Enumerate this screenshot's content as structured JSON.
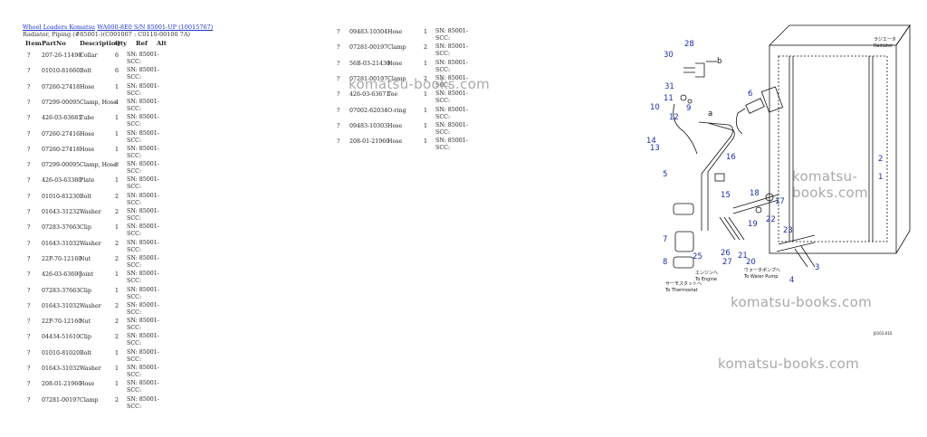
{
  "breadcrumb": {
    "part1": "Wheel Loaders Komatsu",
    "part2": "WA600-8E0 S/N 85001-UP (10015767)"
  },
  "subtitle": "Radiator, Piping (#85001-)(C001007 : C0110-00100 7A)",
  "table": {
    "headers": [
      "Item",
      "PartNo",
      "Description",
      "Qty",
      "Ref",
      "Alt"
    ],
    "rows_left": [
      [
        "?",
        "207-26-11490",
        "Collar",
        "6",
        "SN: 85001-\nSCC:"
      ],
      [
        "?",
        "01010-81660",
        "Bolt",
        "6",
        "SN: 85001-\nSCC:"
      ],
      [
        "?",
        "07260-27418",
        "Hose",
        "1",
        "SN: 85001-\nSCC:"
      ],
      [
        "?",
        "07299-00095",
        "Clamp, Hose",
        "4",
        "SN: 85001-\nSCC:"
      ],
      [
        "?",
        "426-03-63681",
        "Tube",
        "1",
        "SN: 85001-\nSCC:"
      ],
      [
        "?",
        "07260-27416",
        "Hose",
        "1",
        "SN: 85001-\nSCC:"
      ],
      [
        "?",
        "07260-27418",
        "Hose",
        "1",
        "SN: 85001-\nSCC:"
      ],
      [
        "?",
        "07299-00095",
        "Clamp, Hose",
        "8",
        "SN: 85001-\nSCC:"
      ],
      [
        "?",
        "426-03-63380",
        "Plate",
        "1",
        "SN: 85001-\nSCC:"
      ],
      [
        "?",
        "01010-81230",
        "Bolt",
        "2",
        "SN: 85001-\nSCC:"
      ],
      [
        "?",
        "01643-31232",
        "Washer",
        "2",
        "SN: 85001-\nSCC:"
      ],
      [
        "?",
        "07283-37663",
        "Clip",
        "1",
        "SN: 85001-\nSCC:"
      ],
      [
        "?",
        "01643-31032",
        "Washer",
        "2",
        "SN: 85001-\nSCC:"
      ],
      [
        "?",
        "22P-70-12160",
        "Nut",
        "2",
        "SN: 85001-\nSCC:"
      ],
      [
        "?",
        "426-03-63690",
        "Joint",
        "1",
        "SN: 85001-\nSCC:"
      ],
      [
        "?",
        "07283-37663",
        "Clip",
        "1",
        "SN: 85001-\nSCC:"
      ],
      [
        "?",
        "01643-31032",
        "Washer",
        "2",
        "SN: 85001-\nSCC:"
      ],
      [
        "?",
        "22P-70-12160",
        "Nut",
        "2",
        "SN: 85001-\nSCC:"
      ],
      [
        "?",
        "04434-51610",
        "Clip",
        "2",
        "SN: 85001-\nSCC:"
      ],
      [
        "?",
        "01010-81020",
        "Bolt",
        "1",
        "SN: 85001-\nSCC:"
      ],
      [
        "?",
        "01643-31032",
        "Washer",
        "1",
        "SN: 85001-\nSCC:"
      ],
      [
        "?",
        "208-01-21960",
        "Hose",
        "1",
        "SN: 85001-\nSCC:"
      ],
      [
        "?",
        "07281-00197",
        "Clamp",
        "2",
        "SN: 85001-\nSCC:"
      ]
    ],
    "rows_right": [
      [
        "?",
        "09483-10304",
        "Hose",
        "1",
        "SN: 85001-\nSCC:"
      ],
      [
        "?",
        "07281-00197",
        "Clamp",
        "2",
        "SN: 85001-\nSCC:"
      ],
      [
        "?",
        "56B-03-21430",
        "Hose",
        "1",
        "SN: 85001-\nSCC:"
      ],
      [
        "?",
        "07281-00197",
        "Clamp",
        "2",
        "SN: 85001-\nSCC:"
      ],
      [
        "?",
        "426-03-63671",
        "Tee",
        "1",
        "SN: 85001-\nSCC:"
      ],
      [
        "?",
        "07002-62034",
        "O-ring",
        "1",
        "SN: 85001-\nSCC:"
      ],
      [
        "?",
        "09483-10303",
        "Hose",
        "1",
        "SN: 85001-\nSCC:"
      ],
      [
        "?",
        "208-01-21960",
        "Hose",
        "1",
        "SN: 85001-\nSCC:"
      ]
    ]
  },
  "watermark_text": "komatsu-books.com",
  "diagram": {
    "callouts": [
      "1",
      "2",
      "3",
      "4",
      "5",
      "6",
      "7",
      "8",
      "9",
      "10",
      "11",
      "12",
      "13",
      "14",
      "15",
      "16",
      "17",
      "18",
      "19",
      "20",
      "21",
      "22",
      "23",
      "25",
      "26",
      "27",
      "28",
      "30",
      "31"
    ],
    "letters": [
      "a",
      "b"
    ],
    "label_radiator_jp": "ラジエータ",
    "label_radiator": "Radiator",
    "label_engine_jp": "エンジンへ",
    "label_engine": "To Engine",
    "label_pump_jp": "ウォータポンプへ",
    "label_pump": "To Water Pump",
    "label_thermo_jp": "サーモスタットへ",
    "label_thermo": "To Thermostat",
    "code": "J0101-010"
  },
  "colors": {
    "link": "#1a33cc",
    "callout": "#1c2fa8",
    "watermark": "#a9a9a9"
  }
}
